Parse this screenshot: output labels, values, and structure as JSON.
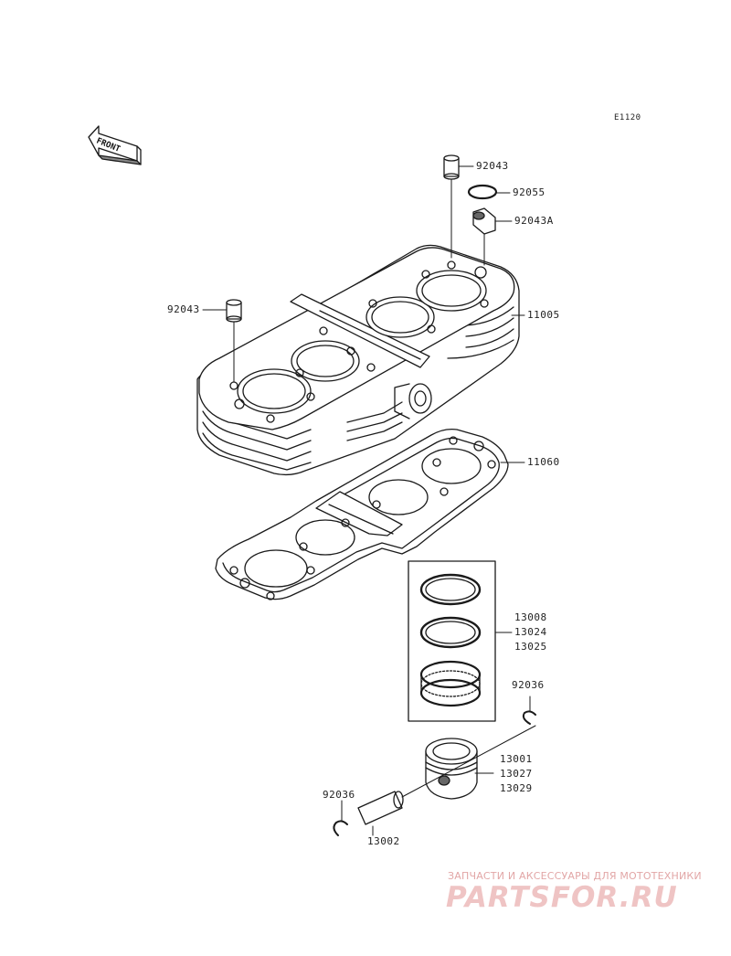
{
  "diagram_code": "E1120",
  "front_label": "FRONT",
  "parts": {
    "dowel_top": "92043",
    "o_ring": "92055",
    "dowel_a": "92043A",
    "dowel_left": "92043",
    "cylinder_block": "11005",
    "base_gasket": "11060",
    "ring_set": [
      "13008",
      "13024",
      "13025"
    ],
    "clip_right": "92036",
    "piston": [
      "13001",
      "13027",
      "13029"
    ],
    "clip_left": "92036",
    "piston_pin": "13002"
  },
  "watermark": {
    "tagline": "ЗАПЧАСТИ И АКСЕССУАРЫ ДЛЯ МОТОТЕХНИКИ",
    "logo": "PARTSFOR.RU"
  }
}
